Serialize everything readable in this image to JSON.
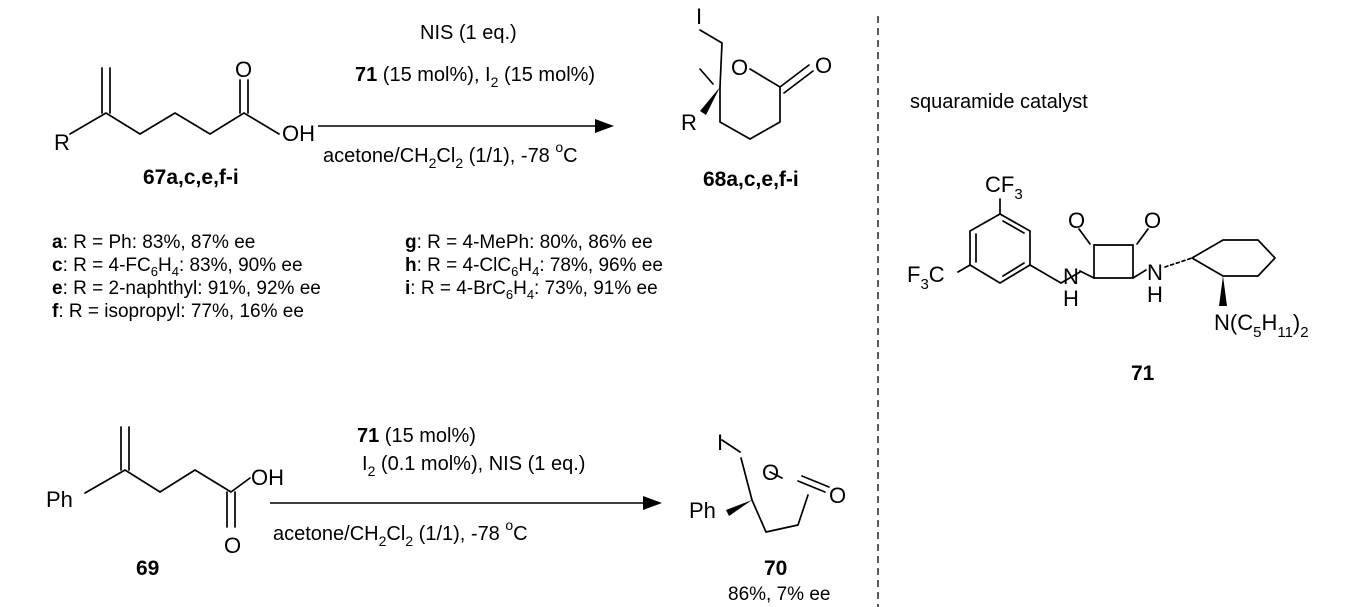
{
  "reaction1": {
    "reactant": {
      "r_group": "R",
      "hydroxyl": "OH",
      "carbonyl_o": "O",
      "label": "67a,c,e,f-i"
    },
    "conditions": {
      "reagent": "NIS (1 eq.)",
      "catalyst_ref": "71",
      "catalyst_rest": " (15 mol%), I",
      "catalyst_sub": "2",
      "catalyst_end": " (15 mol%)",
      "solvent_a": "acetone/CH",
      "solvent_sub1": "2",
      "solvent_b": "Cl",
      "solvent_sub2": "2",
      "solvent_c": " (1/1), -78 ",
      "temp_sup": "o",
      "temp_unit": "C"
    },
    "product": {
      "iodine": "I",
      "ring_o": "O",
      "carbonyl_o": "O",
      "r_group": "R",
      "label": "68a,c,e,f-i"
    }
  },
  "results": [
    {
      "id": "a",
      "pre": ": R = Ph: 83%, 87% ee",
      "sub": "",
      "post": ""
    },
    {
      "id": "c",
      "pre": ": R = 4-FC",
      "sub": "6",
      "mid": "H",
      "sub2": "4",
      "post": ": 83%, 90% ee"
    },
    {
      "id": "e",
      "pre": ": R = 2-naphthyl: 91%, 92% ee",
      "sub": "",
      "post": ""
    },
    {
      "id": "f",
      "pre": ": R = isopropyl: 77%, 16% ee",
      "sub": "",
      "post": ""
    },
    {
      "id": "g",
      "pre": ": R = 4-MePh: 80%, 86% ee",
      "sub": "",
      "post": ""
    },
    {
      "id": "h",
      "pre": ": R = 4-ClC",
      "sub": "6",
      "mid": "H",
      "sub2": "4",
      "post": ": 78%, 96% ee"
    },
    {
      "id": "i",
      "pre": ": R =  4-BrC",
      "sub": "6",
      "mid": "H",
      "sub2": "4",
      "post": ": 73%, 91% ee"
    }
  ],
  "reaction2": {
    "reactant": {
      "r_group": "Ph",
      "hydroxyl": "OH",
      "carbonyl_o": "O",
      "label": "69"
    },
    "conditions": {
      "catalyst_ref": "71",
      "catalyst_rest": " (15 mol%)",
      "line2_a": "I",
      "line2_sub": "2",
      "line2_b": " (0.1 mol%), NIS (1 eq.)",
      "solvent_a": "acetone/CH",
      "solvent_sub1": "2",
      "solvent_b": "Cl",
      "solvent_sub2": "2",
      "solvent_c": " (1/1), -78 ",
      "temp_sup": "o",
      "temp_unit": "C"
    },
    "product": {
      "iodine": "I",
      "ring_o": "O",
      "carbonyl_o": "O",
      "r_group": "Ph",
      "label": "70",
      "yield": "86%, 7% ee"
    }
  },
  "catalyst": {
    "title": "squaramide catalyst",
    "cf3_top_a": "CF",
    "cf3_top_sub": "3",
    "f3c_a": "F",
    "f3c_sub": "3",
    "f3c_b": "C",
    "carbonyl_o1": "O",
    "carbonyl_o2": "O",
    "nh1_n": "N",
    "nh1_h": "H",
    "nh2_n": "N",
    "nh2_h": "H",
    "amine_a": "N(C",
    "amine_sub1": "5",
    "amine_b": "H",
    "amine_sub2": "11",
    "amine_c": ")",
    "amine_sub3": "2",
    "label": "71"
  }
}
